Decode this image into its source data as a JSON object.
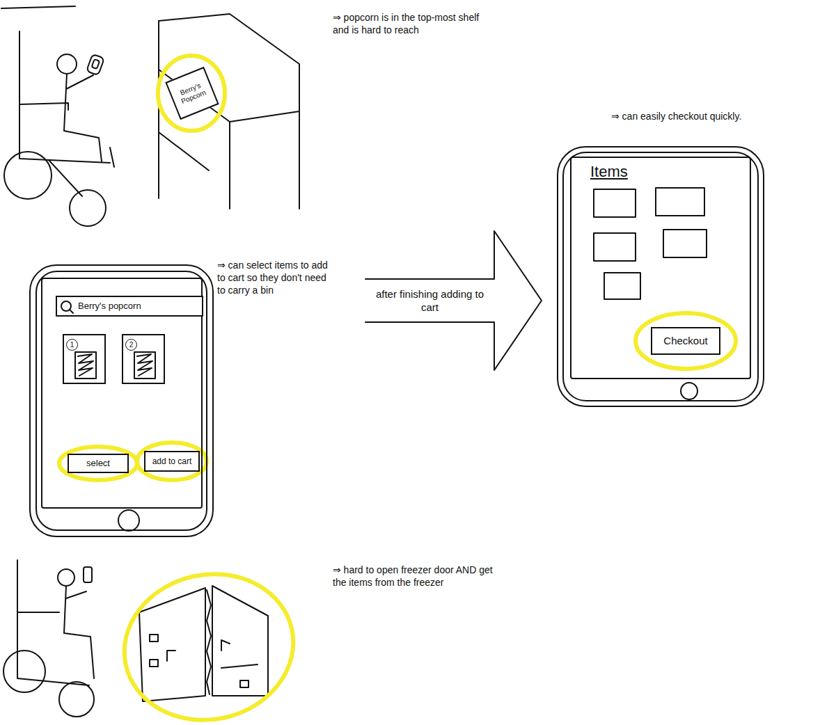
{
  "diagram": {
    "nodes": [
      {
        "text": [
          "Berry's Popcorn"
        ]
      },
      {
        "text": []
      },
      {
        "text": [
          "Berry's popcorn"
        ],
        "in": 1
      },
      {
        "text": [
          "1"
        ],
        "in": 1
      },
      {
        "text": [
          "2"
        ],
        "in": 1
      },
      {
        "text": [
          "select"
        ],
        "in": 1
      },
      {
        "text": [
          "add to cart"
        ],
        "in": 1
      },
      {
        "text": [
          "Items"
        ]
      },
      {
        "text": [
          "Checkout"
        ],
        "in": 7
      }
    ],
    "edges": [
      {
        "from": 1,
        "to": 7,
        "arrow": "to",
        "label": "after finishing adding to cart"
      }
    ],
    "labels": [
      "⇒ popcorn is in the top-most shelf and is hard to reach",
      "⇒ can easily checkout quickly.",
      "⇒ can select items to add to cart so they don't need to carry a bin",
      "⇒ hard to open freezer door AND get the items from the freezer"
    ]
  }
}
